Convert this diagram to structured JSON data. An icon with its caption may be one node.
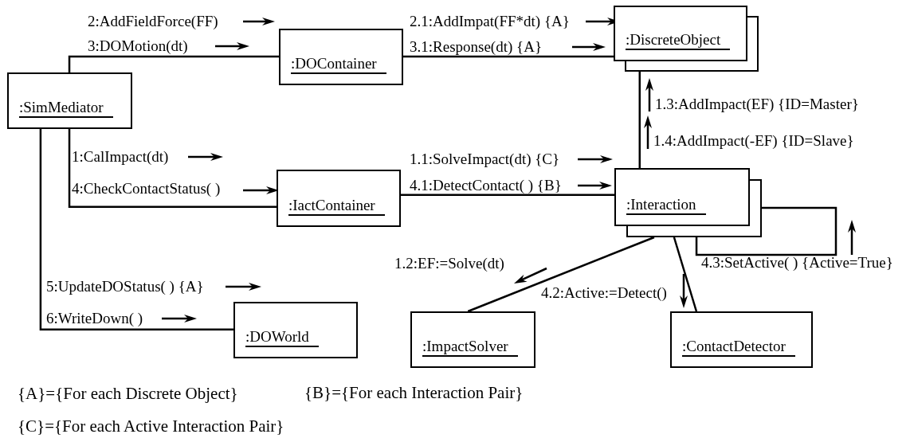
{
  "diagram": {
    "nodes": [
      {
        "text": [
          ":SimMediator"
        ]
      },
      {
        "text": [
          ":DOContainer"
        ]
      },
      {
        "text": [
          ":DiscreteObject"
        ]
      },
      {
        "text": [
          ":IactContainer"
        ]
      },
      {
        "text": [
          ":Interaction"
        ]
      },
      {
        "text": [
          ":DOWorld"
        ]
      },
      {
        "text": [
          ":ImpactSolver"
        ]
      },
      {
        "text": [
          ":ContactDetector"
        ]
      }
    ],
    "edges": [
      {
        "from": 0,
        "to": 1,
        "arrow": "none"
      },
      {
        "from": 1,
        "to": 2,
        "arrow": "none"
      },
      {
        "from": 0,
        "to": 3,
        "arrow": "none"
      },
      {
        "from": 3,
        "to": 4,
        "arrow": "none"
      },
      {
        "from": 2,
        "to": 4,
        "arrow": "none"
      },
      {
        "from": 4,
        "to": 6,
        "arrow": "none"
      },
      {
        "from": 4,
        "to": 7,
        "arrow": "none"
      },
      {
        "from": 4,
        "to": 4,
        "arrow": "none"
      },
      {
        "from": 0,
        "to": 5,
        "arrow": "none"
      }
    ],
    "labels": [
      "2:AddFieldForce(FF)",
      "2.1:AddImpat(FF*dt) {A}",
      "3:DOMotion(dt)",
      "3.1:Response(dt) {A}",
      "1.3:AddImpact(EF) {ID=Master}",
      "1.4:AddImpact(-EF) {ID=Slave}",
      "1:CalImpact(dt)",
      "1.1:SolveImpact(dt) {C}",
      "4:CheckContactStatus( )",
      "4.1:DetectContact( ) {B}",
      "1.2:EF:=Solve(dt)",
      "4.3:SetActive( ) {Active=True}",
      "5:UpdateDOStatus( ) {A}",
      "4.2:Active:=Detect()",
      "6:WriteDown( )",
      "{A}={For each Discrete Object}",
      "{B}={For each Interaction Pair}",
      "{C}={For each Active Interaction Pair}"
    ]
  }
}
